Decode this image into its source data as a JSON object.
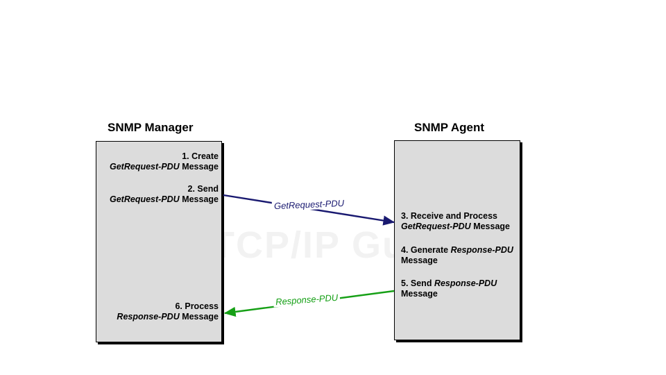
{
  "diagram": {
    "watermark": "The TCP/IP Guide",
    "entities": [
      {
        "id": "manager",
        "title": "SNMP Manager",
        "steps": [
          {
            "number": "1.",
            "action": "Create",
            "pdu": "GetRequest-PDU",
            "suffix": "Message"
          },
          {
            "number": "2.",
            "action": "Send",
            "pdu": "GetRequest-PDU",
            "suffix": "Message"
          },
          {
            "number": "6.",
            "action": "Process",
            "pdu": "Response-PDU",
            "suffix": "Message"
          }
        ]
      },
      {
        "id": "agent",
        "title": "SNMP Agent",
        "steps": [
          {
            "number": "3.",
            "action": "Receive and Process",
            "pdu": "GetRequest-PDU",
            "suffix": "Message"
          },
          {
            "number": "4.",
            "action": "Generate",
            "pdu": "Response-PDU",
            "suffix": "Message"
          },
          {
            "number": "5.",
            "action": "Send",
            "pdu": "Response-PDU",
            "suffix": "Message"
          }
        ]
      }
    ],
    "messages": [
      {
        "id": "request",
        "label": "GetRequest-PDU",
        "color": "#191970",
        "direction": "manager-to-agent"
      },
      {
        "id": "response",
        "label": "Response-PDU",
        "color": "#16a016",
        "direction": "agent-to-manager"
      }
    ],
    "colors": {
      "box_fill": "#dcdcdc",
      "box_border": "#000000",
      "request_arrow": "#191970",
      "response_arrow": "#16a016",
      "watermark": "#f2f2f2"
    }
  },
  "step_text": {
    "s1_line1": "1. Create",
    "s1_pdu": "GetRequest-PDU",
    "s1_line2_suffix": " Message",
    "s2_line1": "2. Send",
    "s2_pdu": "GetRequest-PDU",
    "s2_line2_suffix": " Message",
    "s6_line1": "6. Process",
    "s6_pdu": "Response-PDU",
    "s6_line2_suffix": " Message",
    "s3_line1": "3. Receive and Process",
    "s3_pdu": "GetRequest-PDU",
    "s3_line2_suffix": " Message",
    "s4_prefix": "4. Generate ",
    "s4_pdu": "Response-PDU",
    "s4_line2": "Message",
    "s5_prefix": "5. Send ",
    "s5_pdu": "Response-PDU",
    "s5_line2": "Message"
  },
  "titles": {
    "manager": "SNMP Manager",
    "agent": "SNMP Agent"
  },
  "labels": {
    "request_arrow": "GetRequest-PDU",
    "response_arrow": "Response-PDU"
  },
  "watermark": "The TCP/IP Guide"
}
